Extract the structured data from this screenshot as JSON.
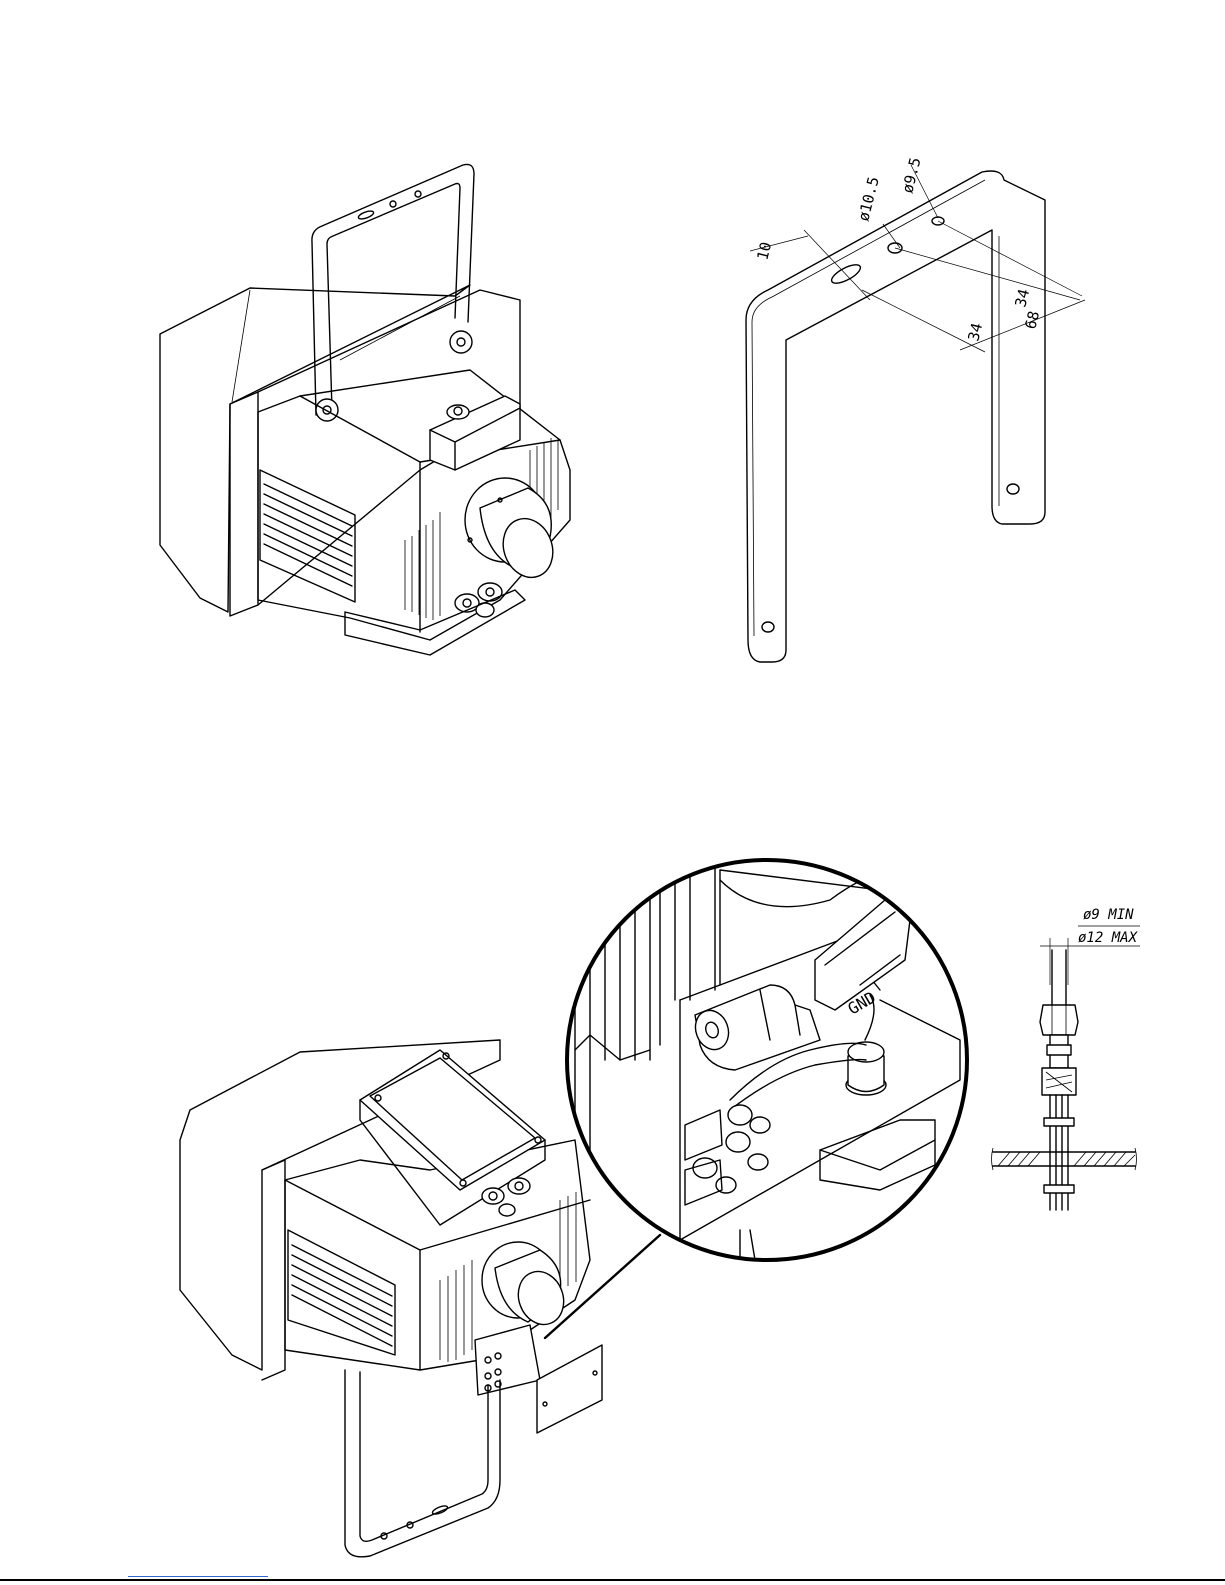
{
  "bracket_dimensions": {
    "hole_large": "ø10.5",
    "hole_small": "ø9.5",
    "edge_offset": "10",
    "half_span_a": "34",
    "half_span_b": "34",
    "total_span": "68"
  },
  "cable_gland": {
    "min_diameter": "ø9 MIN",
    "max_diameter": "ø12 MAX"
  },
  "terminal_detail": {
    "ground_label": "GND"
  },
  "colors": {
    "line": "#000000",
    "background": "#ffffff",
    "footer_link": "#3366cc"
  }
}
